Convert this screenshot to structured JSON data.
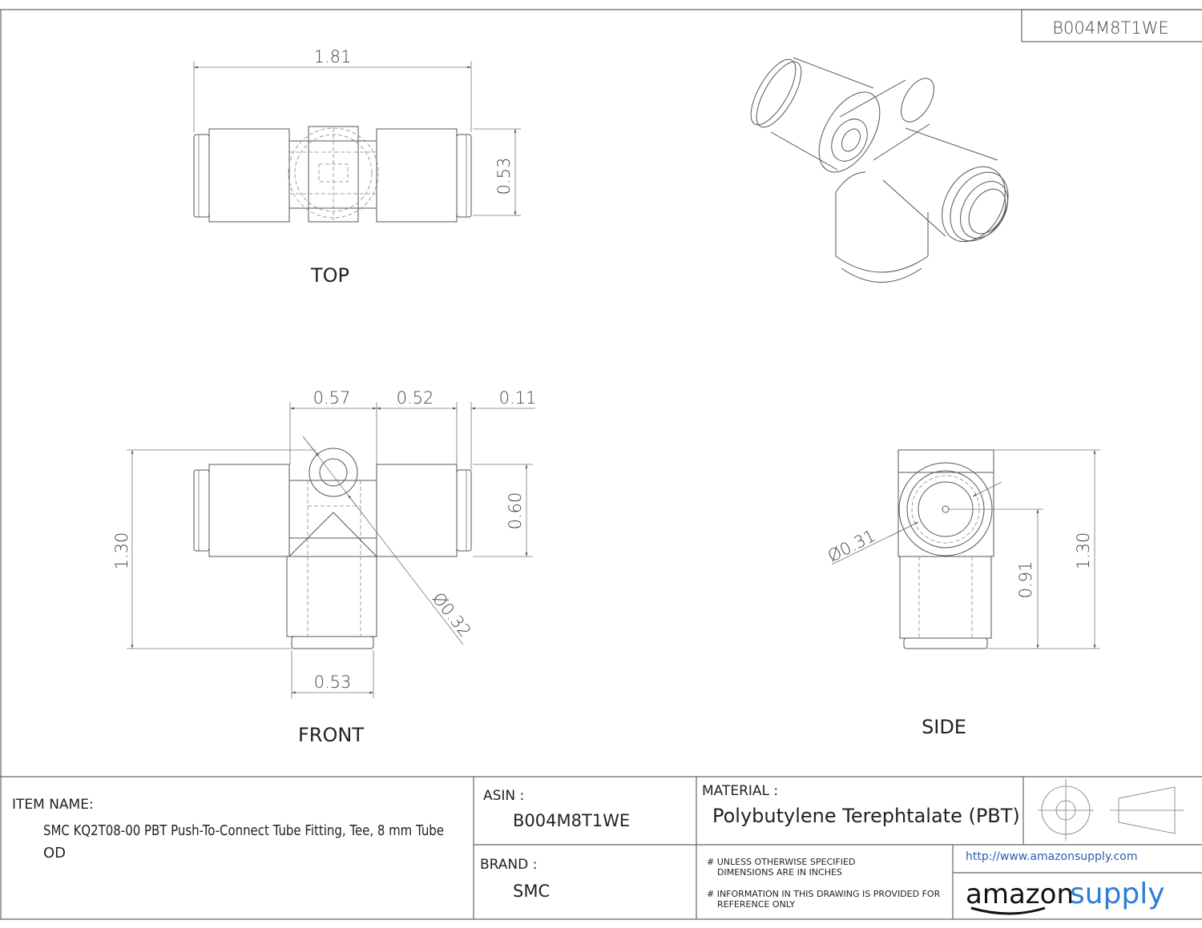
{
  "header": {
    "asin_box": "B004M8T1WE"
  },
  "views": {
    "top": "TOP",
    "front": "FRONT",
    "side": "SIDE"
  },
  "dimensions": {
    "top_length": "1.81",
    "top_height": "0.53",
    "front_a": "0.57",
    "front_b": "0.52",
    "front_c": "0.11",
    "front_height": "1.30",
    "front_tube_height": "0.60",
    "front_port_dia": "Ø0.32",
    "front_leg_width": "0.53",
    "side_dia": "Ø0.31",
    "side_center_height": "0.91",
    "side_height": "1.30"
  },
  "title_block": {
    "item_name_label": "ITEM NAME:",
    "item_name_line1": "SMC KQ2T08-00 PBT Push-To-Connect Tube Fitting, Tee, 8 mm Tube",
    "item_name_line2": "OD",
    "asin_label": "ASIN :",
    "asin_value": "B004M8T1WE",
    "brand_label": "BRAND :",
    "brand_value": "SMC",
    "material_label": "MATERIAL :",
    "material_value": "Polybutylene Terephtalate (PBT)",
    "note1_line1": "# UNLESS OTHERWISE SPECIFIED",
    "note1_line2": "DIMENSIONS ARE IN INCHES",
    "note2_line1": "# INFORMATION IN THIS DRAWING IS PROVIDED FOR",
    "note2_line2": "REFERENCE ONLY",
    "url": "http://www.amazonsupply.com",
    "logo_part1": "amazon",
    "logo_part2": "supply"
  },
  "colors": {
    "logo_blue": "#2a7fd4",
    "url_blue": "#2a5db0"
  }
}
